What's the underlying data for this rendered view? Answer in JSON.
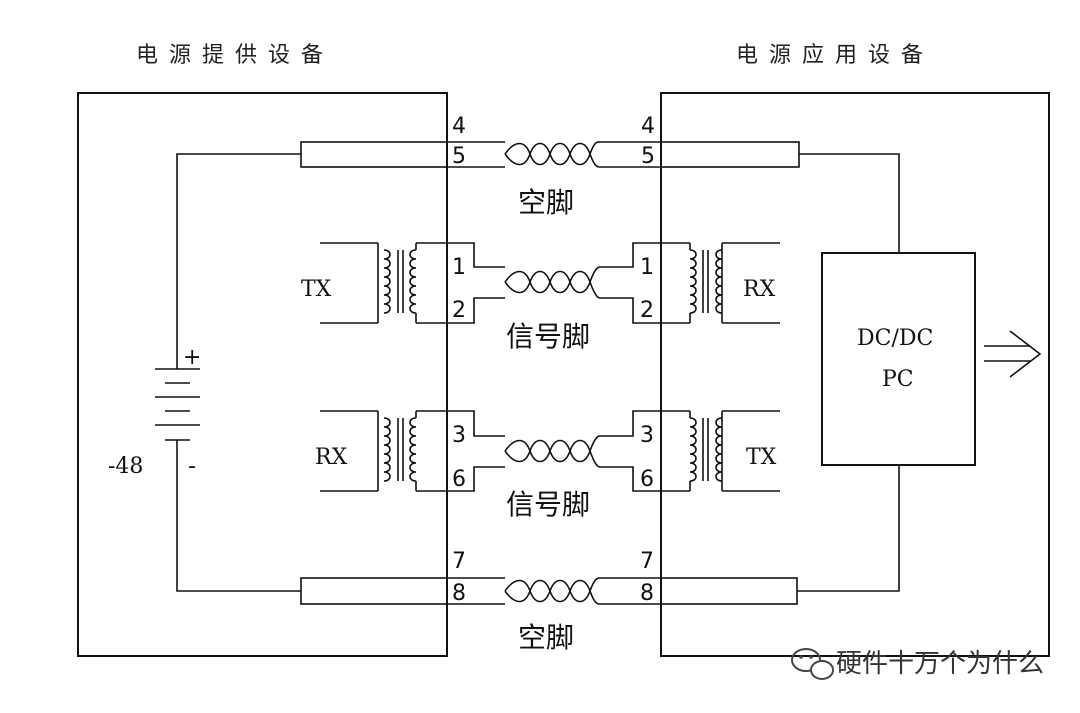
{
  "left_title": "电源提供设备",
  "right_title": "电源应用设备",
  "pins": {
    "p4": "4",
    "p5": "5",
    "p1": "1",
    "p2": "2",
    "p3": "3",
    "p6": "6",
    "p7": "7",
    "p8": "8"
  },
  "labels": {
    "spare_top": "空脚",
    "signal_1": "信号脚",
    "signal_2": "信号脚",
    "spare_bottom": "空脚"
  },
  "left": {
    "tx": "TX",
    "rx": "RX"
  },
  "right": {
    "rx": "RX",
    "tx": "TX"
  },
  "battery": {
    "plus": "+",
    "minus": "-",
    "voltage": "-48"
  },
  "converter": {
    "line1": "DC/DC",
    "line2": "PC"
  },
  "watermark": "硬件十万个为什么"
}
